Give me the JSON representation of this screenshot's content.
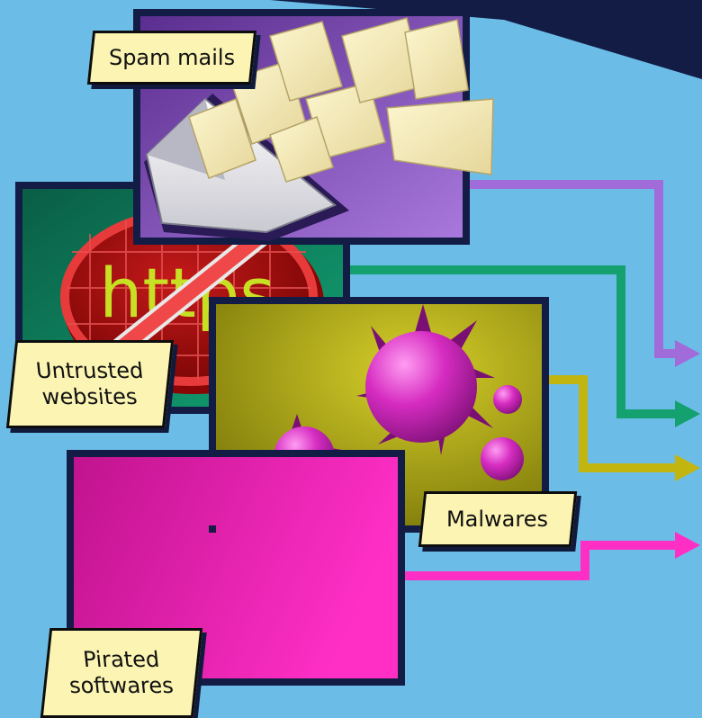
{
  "labels": {
    "spam_mails": "Spam mails",
    "untrusted_websites_line1": "Untrusted",
    "untrusted_websites_line2": "websites",
    "malwares": "Malwares",
    "pirated_softwares_line1": "Pirated",
    "pirated_softwares_line2": "softwares"
  },
  "https_text": "https",
  "colors": {
    "background": "#6bbde8",
    "navy": "#131c45",
    "spam_panel": "#8a50c2",
    "website_panel": "#0a7a58",
    "malware_panel": "#8e8b05",
    "pirated_panel": "#e61ab5",
    "spam_arrow": "#a16bd9",
    "website_arrow": "#14a06f",
    "malware_arrow": "#c2b510",
    "pirated_arrow": "#ff2fc6",
    "label_fill": "#fbf4b3"
  }
}
